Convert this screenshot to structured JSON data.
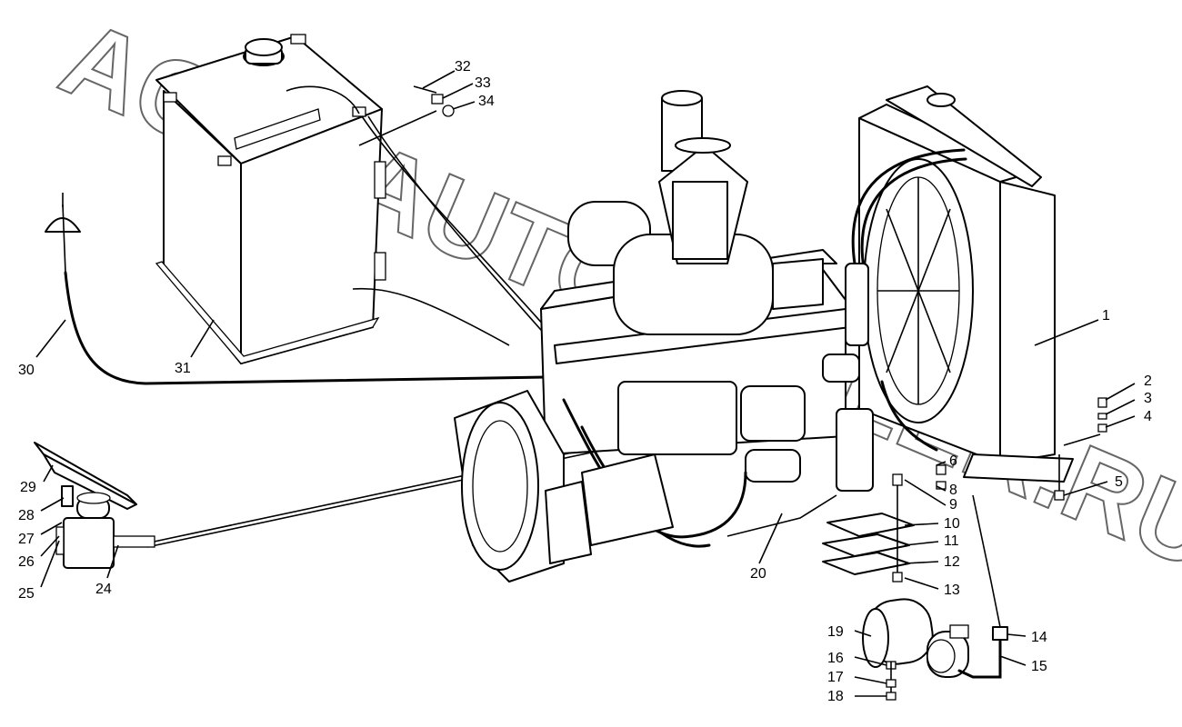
{
  "watermark": "AGAT.AUTODEALER.RU",
  "callouts": [
    "1",
    "2",
    "3",
    "4",
    "5",
    "6",
    "8",
    "9",
    "10",
    "11",
    "12",
    "13",
    "14",
    "15",
    "16",
    "17",
    "18",
    "19",
    "20",
    "24",
    "25",
    "26",
    "27",
    "28",
    "29",
    "30",
    "31",
    "32",
    "33",
    "34"
  ]
}
